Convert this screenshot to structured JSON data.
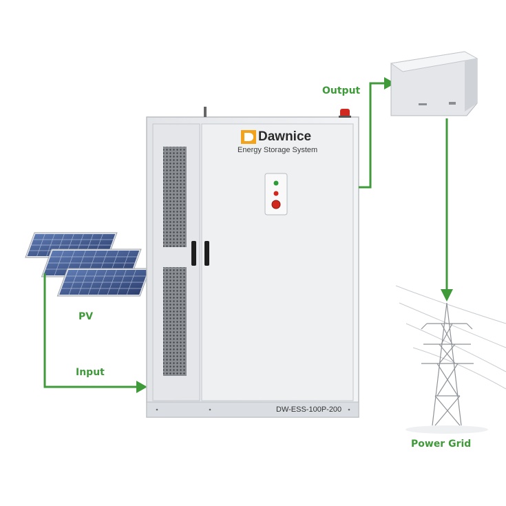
{
  "diagram": {
    "labels": {
      "pv": "PV",
      "input": "Input",
      "output": "Output",
      "power_grid": "Power Grid"
    },
    "cabinet": {
      "brand": "Dawnice",
      "subtitle": "Energy Storage System",
      "model": "DW-ESS-100P-200"
    },
    "colors": {
      "arrow": "#3f9a3a",
      "cabinet_body": "#eceef0",
      "vent": "#6d7074",
      "brand_accent": "#f2a31b"
    }
  }
}
